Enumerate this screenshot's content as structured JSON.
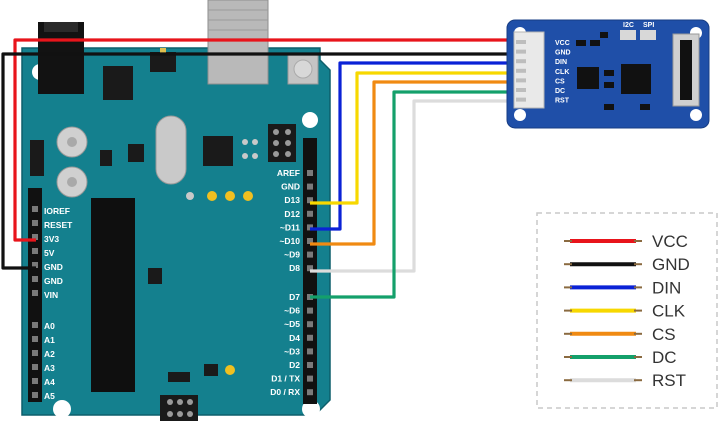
{
  "board": {
    "left_pins": [
      "IOREF",
      "RESET",
      "3V3",
      "5V",
      "GND",
      "GND",
      "VIN"
    ],
    "analog_pins": [
      "A0",
      "A1",
      "A2",
      "A3",
      "A4",
      "A5"
    ],
    "right_pins": [
      "AREF",
      "GND",
      "D13",
      "D12",
      "~D11",
      "~D10",
      "~D9",
      "D8",
      "D7",
      "~D6",
      "~D5",
      "D4",
      "~D3",
      "D2",
      "D1 / TX",
      "D0 / RX"
    ]
  },
  "module": {
    "pins": [
      "VCC",
      "GND",
      "DIN",
      "CLK",
      "CS",
      "DC",
      "RST"
    ],
    "interface_labels": [
      "I2C",
      "SPI"
    ]
  },
  "legend": [
    {
      "label": "VCC",
      "color": "#e8141b"
    },
    {
      "label": "GND",
      "color": "#111111"
    },
    {
      "label": "DIN",
      "color": "#0a22d6"
    },
    {
      "label": "CLK",
      "color": "#f7d800"
    },
    {
      "label": "CS",
      "color": "#f08a12"
    },
    {
      "label": "DC",
      "color": "#14a06b"
    },
    {
      "label": "RST",
      "color": "#dcdcdc"
    }
  ],
  "colors": {
    "board": "#14808e",
    "board_dark": "#0e6673",
    "module": "#1f4fa8",
    "legend_border": "#c9c9c9"
  }
}
